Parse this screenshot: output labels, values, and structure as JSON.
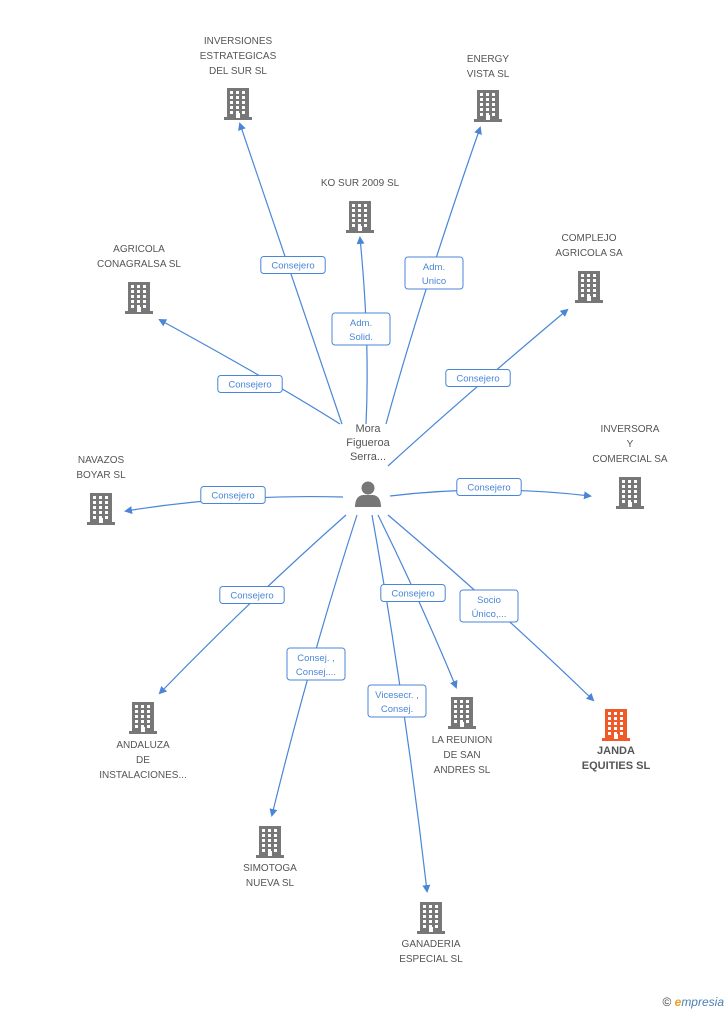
{
  "colors": {
    "edge": "#4a86d8",
    "building": "#777777",
    "building_focus": "#f05a28",
    "person": "#777777",
    "label": "#555555"
  },
  "center": {
    "label": [
      "Mora",
      "Figueroa",
      "Serra..."
    ],
    "icon": "person-icon"
  },
  "nodes": [
    {
      "id": "inversiones",
      "label": [
        "INVERSIONES",
        "ESTRATEGICAS",
        "DEL SUR SL"
      ],
      "icon": "building-icon"
    },
    {
      "id": "energy",
      "label": [
        "ENERGY",
        "VISTA SL"
      ],
      "icon": "building-icon"
    },
    {
      "id": "kosur",
      "label": [
        "KO SUR 2009 SL"
      ],
      "icon": "building-icon"
    },
    {
      "id": "agricola",
      "label": [
        "AGRICOLA",
        "CONAGRALSA SL"
      ],
      "icon": "building-icon"
    },
    {
      "id": "complejo",
      "label": [
        "COMPLEJO",
        "AGRICOLA SA"
      ],
      "icon": "building-icon"
    },
    {
      "id": "inversora",
      "label": [
        "INVERSORA",
        "Y",
        "COMERCIAL SA"
      ],
      "icon": "building-icon"
    },
    {
      "id": "navazos",
      "label": [
        "NAVAZOS",
        "BOYAR SL"
      ],
      "icon": "building-icon"
    },
    {
      "id": "andaluza",
      "label": [
        "ANDALUZA",
        "DE",
        "INSTALACIONES..."
      ],
      "icon": "building-icon"
    },
    {
      "id": "simotoga",
      "label": [
        "SIMOTOGA",
        "NUEVA SL"
      ],
      "icon": "building-icon"
    },
    {
      "id": "ganaderia",
      "label": [
        "GANADERIA",
        "ESPECIAL SL"
      ],
      "icon": "building-icon"
    },
    {
      "id": "lareunion",
      "label": [
        "LA REUNION",
        "DE SAN",
        "ANDRES SL"
      ],
      "icon": "building-icon"
    },
    {
      "id": "janda",
      "label": [
        "JANDA",
        "EQUITIES SL"
      ],
      "icon": "building-icon",
      "focus": true
    }
  ],
  "edges": [
    {
      "to": "inversiones",
      "label": [
        "Consejero"
      ]
    },
    {
      "to": "energy",
      "label": [
        "Adm.",
        "Unico"
      ]
    },
    {
      "to": "kosur",
      "label": [
        "Adm.",
        "Solid."
      ]
    },
    {
      "to": "agricola",
      "label": [
        "Consejero"
      ]
    },
    {
      "to": "complejo",
      "label": [
        "Consejero"
      ]
    },
    {
      "to": "inversora",
      "label": [
        "Consejero"
      ]
    },
    {
      "to": "navazos",
      "label": [
        "Consejero"
      ]
    },
    {
      "to": "andaluza",
      "label": [
        "Consejero"
      ]
    },
    {
      "to": "simotoga",
      "label": [
        "Consej. ,",
        "Consej...."
      ]
    },
    {
      "to": "ganaderia",
      "label": [
        "Vicesecr. ,",
        "Consej."
      ]
    },
    {
      "to": "lareunion",
      "label": [
        "Consejero"
      ]
    },
    {
      "to": "janda",
      "label": [
        "Socio",
        "Único,..."
      ]
    }
  ],
  "footer": {
    "copyright": "©",
    "brand_e": "e",
    "brand_rest": "mpresia"
  }
}
